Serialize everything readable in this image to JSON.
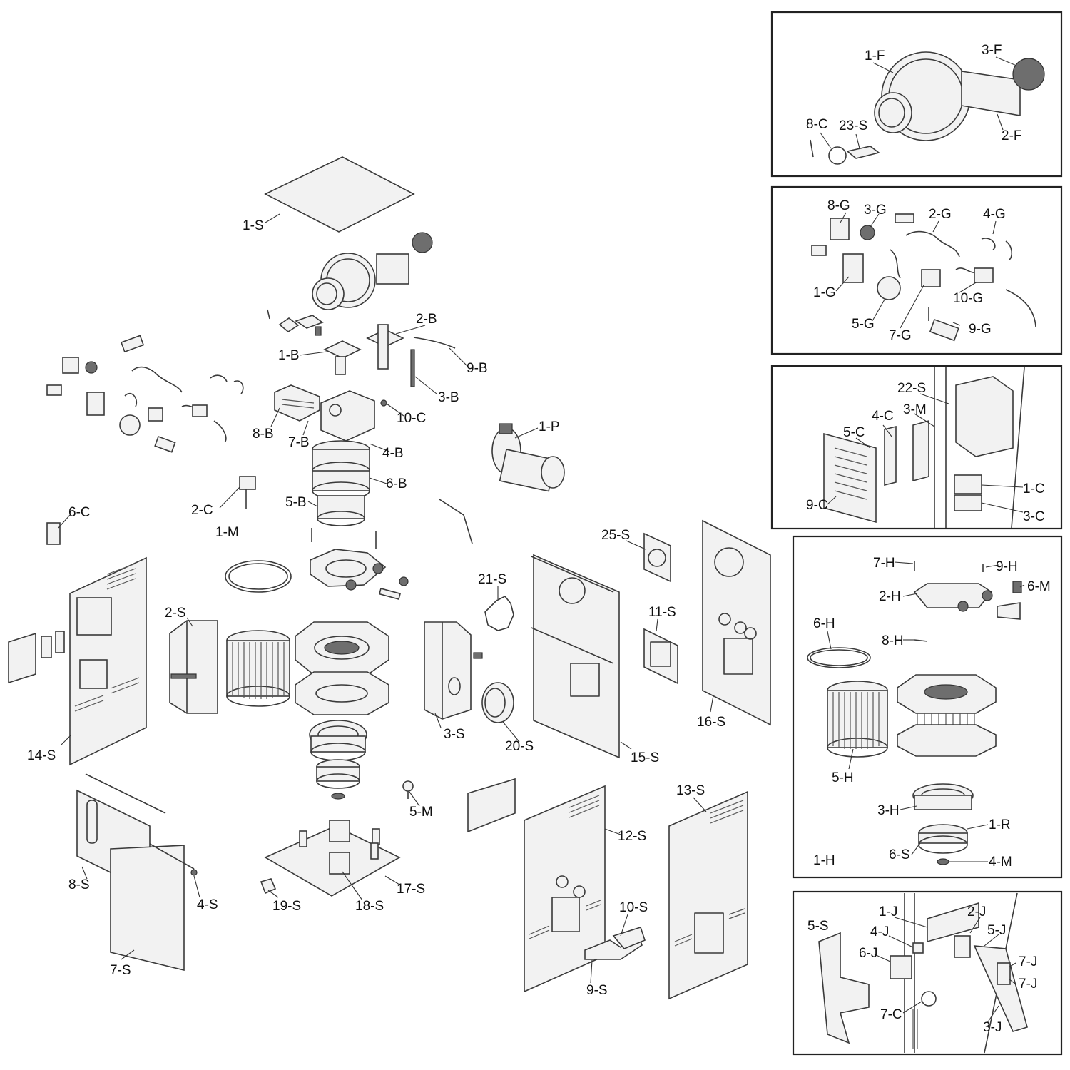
{
  "labels": {
    "s1": "1-S",
    "s2": "2-S",
    "s3": "3-S",
    "s4": "4-S",
    "s5": "5-S",
    "s6": "6-S",
    "s7": "7-S",
    "s8": "8-S",
    "s9": "9-S",
    "s10": "10-S",
    "s11": "11-S",
    "s12": "12-S",
    "s13": "13-S",
    "s14": "14-S",
    "s15": "15-S",
    "s16": "16-S",
    "s17": "17-S",
    "s18": "18-S",
    "s19": "19-S",
    "s20": "20-S",
    "s21": "21-S",
    "s22": "22-S",
    "s23": "23-S",
    "s25": "25-S",
    "b1": "1-B",
    "b2": "2-B",
    "b3": "3-B",
    "b4": "4-B",
    "b5": "5-B",
    "b6": "6-B",
    "b7": "7-B",
    "b8": "8-B",
    "b9": "9-B",
    "c1": "1-C",
    "c2": "2-C",
    "c3": "3-C",
    "c4": "4-C",
    "c5": "5-C",
    "c6": "6-C",
    "c7": "7-C",
    "c8": "8-C",
    "c9": "9-C",
    "c10": "10-C",
    "m1": "1-M",
    "m3": "3-M",
    "m4": "4-M",
    "m5": "5-M",
    "m6": "6-M",
    "p1": "1-P",
    "r1": "1-R",
    "f1": "1-F",
    "f2": "2-F",
    "f3": "3-F",
    "g1": "1-G",
    "g2": "2-G",
    "g3": "3-G",
    "g4": "4-G",
    "g5": "5-G",
    "g7": "7-G",
    "g8": "8-G",
    "g9": "9-G",
    "g10": "10-G",
    "h1": "1-H",
    "h2": "2-H",
    "h3": "3-H",
    "h5": "5-H",
    "h6": "6-H",
    "h7": "7-H",
    "h8": "8-H",
    "h9": "9-H",
    "j1": "1-J",
    "j2": "2-J",
    "j3": "3-J",
    "j4": "4-J",
    "j5": "5-J",
    "j6": "6-J",
    "j7a": "7-J",
    "j7b": "7-J"
  }
}
